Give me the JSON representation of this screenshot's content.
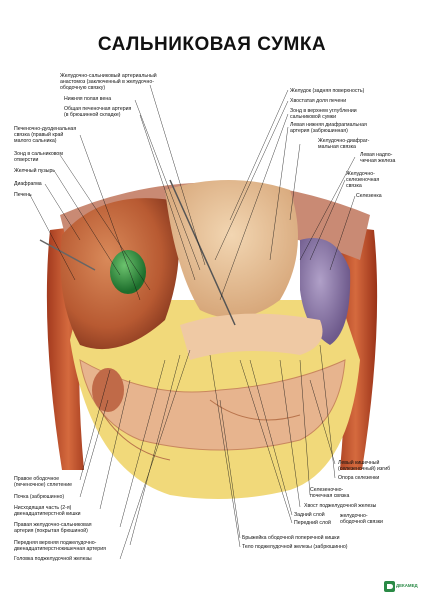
{
  "title": "САЛЬНИКОВАЯ СУМКА",
  "labels_left": [
    "Желудочно-сальниковый артериальный\nанастомоз (заключенный в желудочно-\nободочную связку)",
    "Нижняя полая вена",
    "Общая печеночная артерия\n(в брюшинной складке)",
    "Печеночно-дуоденальная\nсвязка (правый край\nмалого сальника)",
    "Зонд в сальниковом\nотверстии",
    "Желчный пузырь",
    "Диафрагма",
    "Печень",
    "Правое ободочное\n(печеночное) сплетение",
    "Почка (забрюшинно)",
    "Нисходящая часть (2-я)\nдвенадцатиперстной кишки",
    "Правая желудочно-сальниковая\nартерия (покрытая брюшиной)",
    "Передняя верхняя поджелудочно-\nдвенадцатиперстнокишечная артерия",
    "Головка поджелудочной железы"
  ],
  "labels_right": [
    "Желудок (задняя поверхность)",
    "Хвостатая доля печени",
    "Зонд в верхнем углублении\nсальниковой сумки",
    "Левая нижняя диафрагмальная\nартерия (забрюшинная)",
    "Желудочно-диафраг-\nмальная связка",
    "Левая надпо-\nчечная железа",
    "Желудочно-\nселезеночная\nсвязка",
    "Селезенка",
    "Левый кишечный\n(селезеночный) изгиб",
    "Опора селезенки",
    "Селезеночно-\nпочечная связка",
    "Хвост поджелудочной железы",
    "Задний слой",
    "Передний слой",
    "желудочно-\nободочной связки",
    "Брыжейка ободочной поперечной кишки",
    "Тело поджелудочной железы (забрюшинно)"
  ],
  "logo_text": "ДЕКАМЕД"
}
